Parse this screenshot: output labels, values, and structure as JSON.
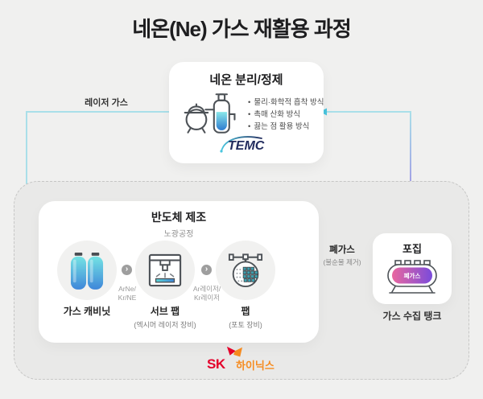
{
  "title": "네온(Ne) 가스 재활용 과정",
  "refine_box": {
    "title": "네온 분리/정제",
    "bullets": [
      "물리·화학적 흡착 방식",
      "촉매 산화 방식",
      "끓는 점 활용 방식"
    ],
    "logo_text": "TEMC"
  },
  "flows": {
    "laser_gas_label": "레이저 가스",
    "waste_gas_label": "폐가스",
    "waste_gas_note": "(불순물 제거)"
  },
  "fab_box": {
    "title": "반도체 제조",
    "subtitle": "노광공정",
    "steps": [
      {
        "label": "가스 캐비닛",
        "sublabel": ""
      },
      {
        "label": "서브 팹",
        "sublabel": "(엑시머 레이저 장비)"
      },
      {
        "label": "팹",
        "sublabel": "(포토 장비)"
      }
    ],
    "transitions": [
      {
        "line1": "ArNe/",
        "line2": "Kr/NE"
      },
      {
        "line1": "Ar레이저/",
        "line2": "Kr레이저"
      }
    ]
  },
  "capture_box": {
    "title": "포집",
    "tank_label": "폐가스",
    "caption": "가스 수집 탱크"
  },
  "footer": {
    "brand_sk": "SK",
    "brand_hynix": "하이닉스"
  },
  "icons": {
    "chevron_glyph": "›"
  },
  "colors": {
    "background": "#f0f0ef",
    "zone_fill": "#e9e9e8",
    "line_cyan": "#a9dfe9",
    "arrow_cyan": "#49c5de",
    "arrow_purple": "#8e5bd8",
    "waste_blue": "#68aae6",
    "tank_pink": "#e9679f",
    "temc_navy": "#222c5e",
    "sk_red": "#e4002b",
    "sk_orange": "#f68b1f"
  }
}
